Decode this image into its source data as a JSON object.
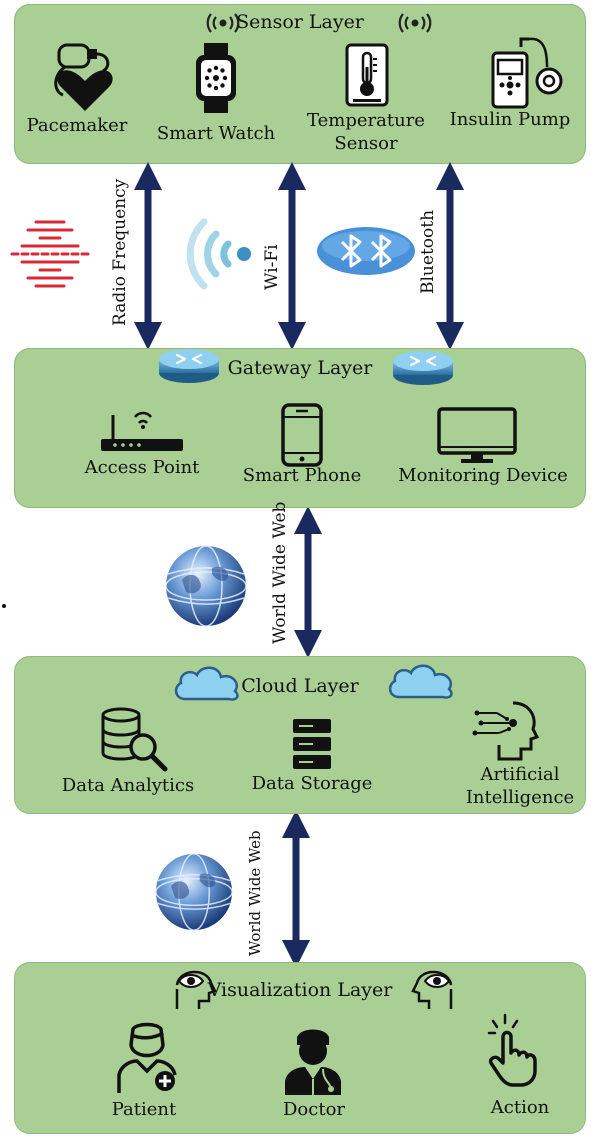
{
  "sensor_layer": {
    "title": "Sensor Layer",
    "devices": [
      "Pacemaker",
      "Smart Watch",
      "Temperature Sensor",
      "Insulin Pump"
    ]
  },
  "connections_1": {
    "radio": "Radio Frequency",
    "wifi": "Wi-Fi",
    "bluetooth": "Bluetooth"
  },
  "gateway_layer": {
    "title": "Gateway Layer",
    "devices": [
      "Access Point",
      "Smart Phone",
      "Monitoring Device"
    ]
  },
  "connection_2": {
    "web": "World Wide Web"
  },
  "cloud_layer": {
    "title": "Cloud Layer",
    "services": [
      "Data Analytics",
      "Data Storage",
      "Artificial Intelligence"
    ]
  },
  "connection_3": {
    "web": "World Wide Web"
  },
  "visualization_layer": {
    "title": "Visualization Layer",
    "users": [
      "Patient",
      "Doctor",
      "Action"
    ]
  },
  "colors": {
    "layer_fill": "#a9cf94",
    "arrow": "#1a2a5e",
    "bluetooth": "#4a90d9"
  }
}
